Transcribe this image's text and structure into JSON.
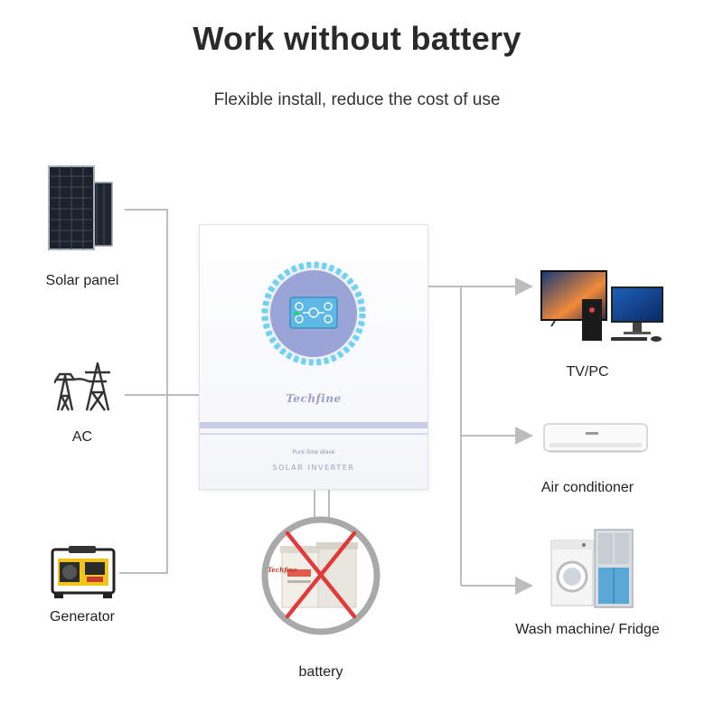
{
  "header": {
    "title": "Work without battery",
    "subtitle": "Flexible install, reduce the cost of use"
  },
  "inputs": [
    {
      "label": "Solar panel",
      "icon": "solar-panel-icon"
    },
    {
      "label": "AC",
      "icon": "power-tower-icon"
    },
    {
      "label": "Generator",
      "icon": "generator-icon"
    }
  ],
  "outputs": [
    {
      "label": "TV/PC",
      "icon": "tv-pc-icon"
    },
    {
      "label": "Air conditioner",
      "icon": "air-conditioner-icon"
    },
    {
      "label": "Wash machine/ Fridge",
      "icon": "washer-fridge-icon"
    }
  ],
  "inverter": {
    "brand": "Techfine",
    "tagline": "Pure Sine Wave",
    "model": "SOLAR INVERTER"
  },
  "battery": {
    "label": "battery",
    "brand": "Techfine",
    "status": "crossed-out"
  },
  "colors": {
    "line": "#bdbdbd",
    "arrow": "#bdbdbd",
    "cross": "#e03a3a",
    "inverter_ring": "#6fd3f0",
    "inverter_dial": "#9ba4d6"
  }
}
